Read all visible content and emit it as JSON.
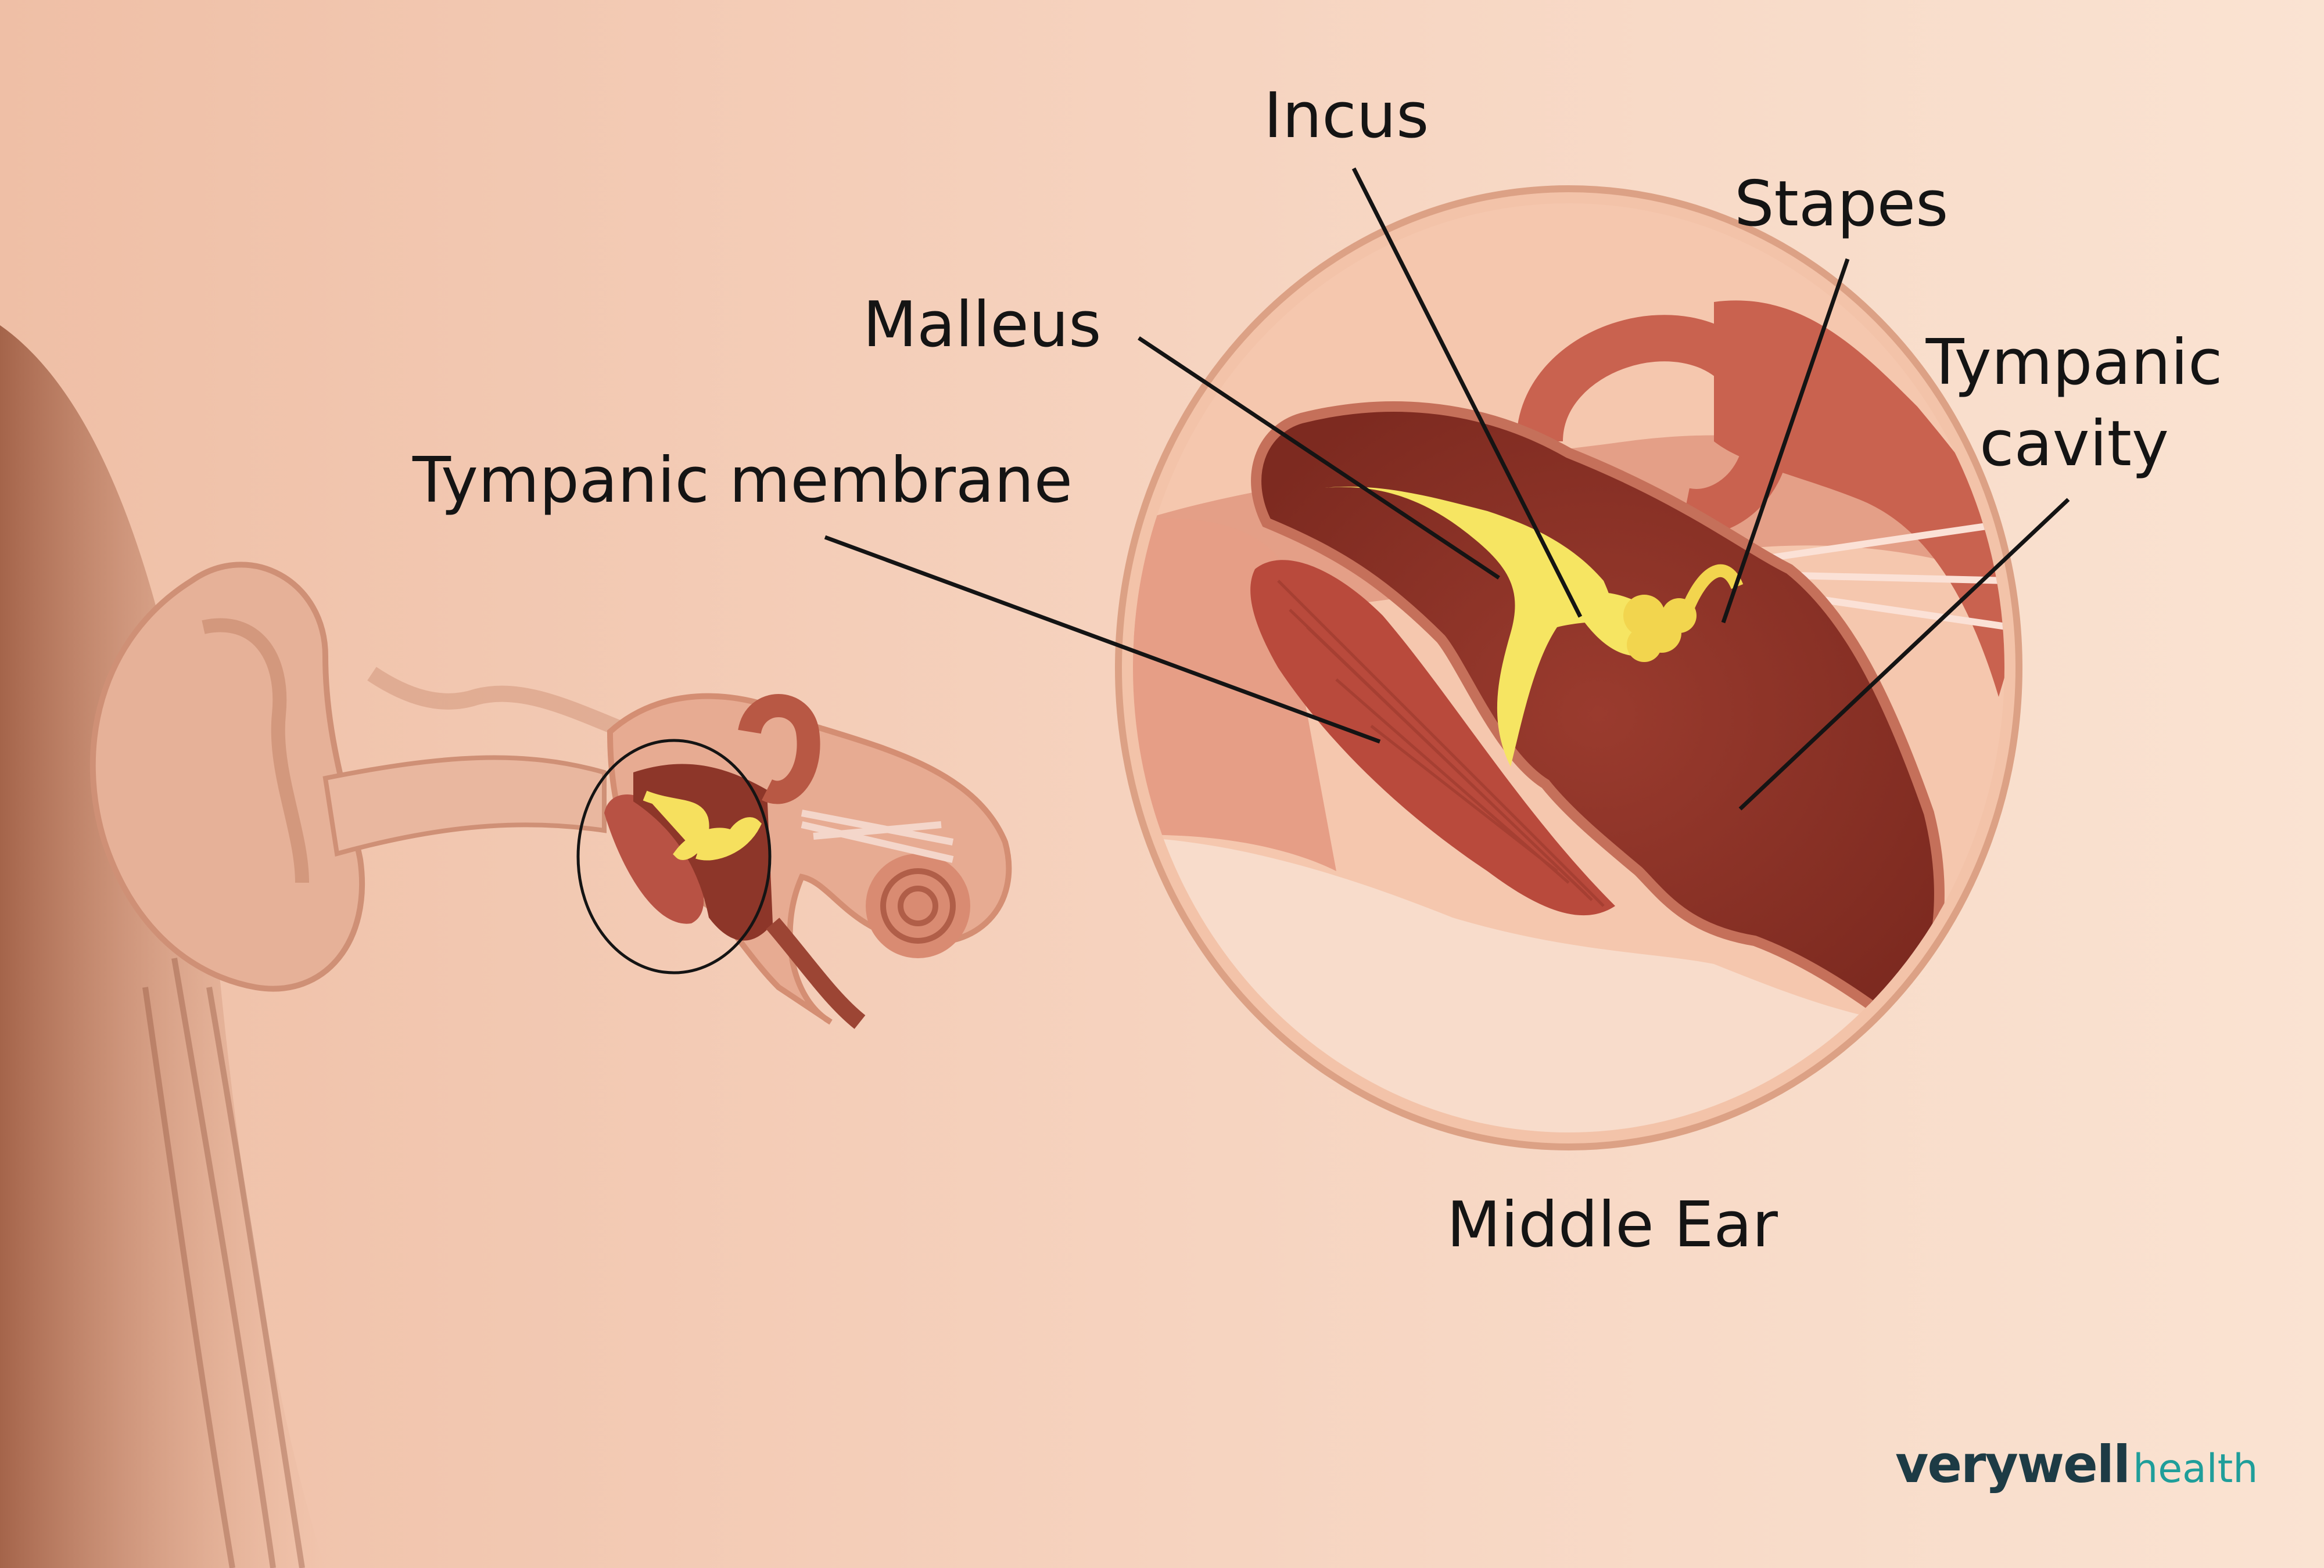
{
  "labels": {
    "incus": "Incus",
    "stapes": "Stapes",
    "malleus": "Malleus",
    "tympanic_cavity_line1": "Tympanic",
    "tympanic_cavity_line2": "cavity",
    "tympanic_membrane": "Tympanic membrane",
    "caption": "Middle Ear"
  },
  "logo": {
    "part1": "verywell",
    "part2": "health"
  },
  "colors": {
    "background": "#f7d9c4",
    "skin_dark": "#c98f74",
    "tissue": "#c05a45",
    "bone": "#8a3328",
    "ossicle": "#f5e35a",
    "leader_line": "#141414",
    "logo_primary": "#1d3b45",
    "logo_accent": "#1f9e9a"
  }
}
